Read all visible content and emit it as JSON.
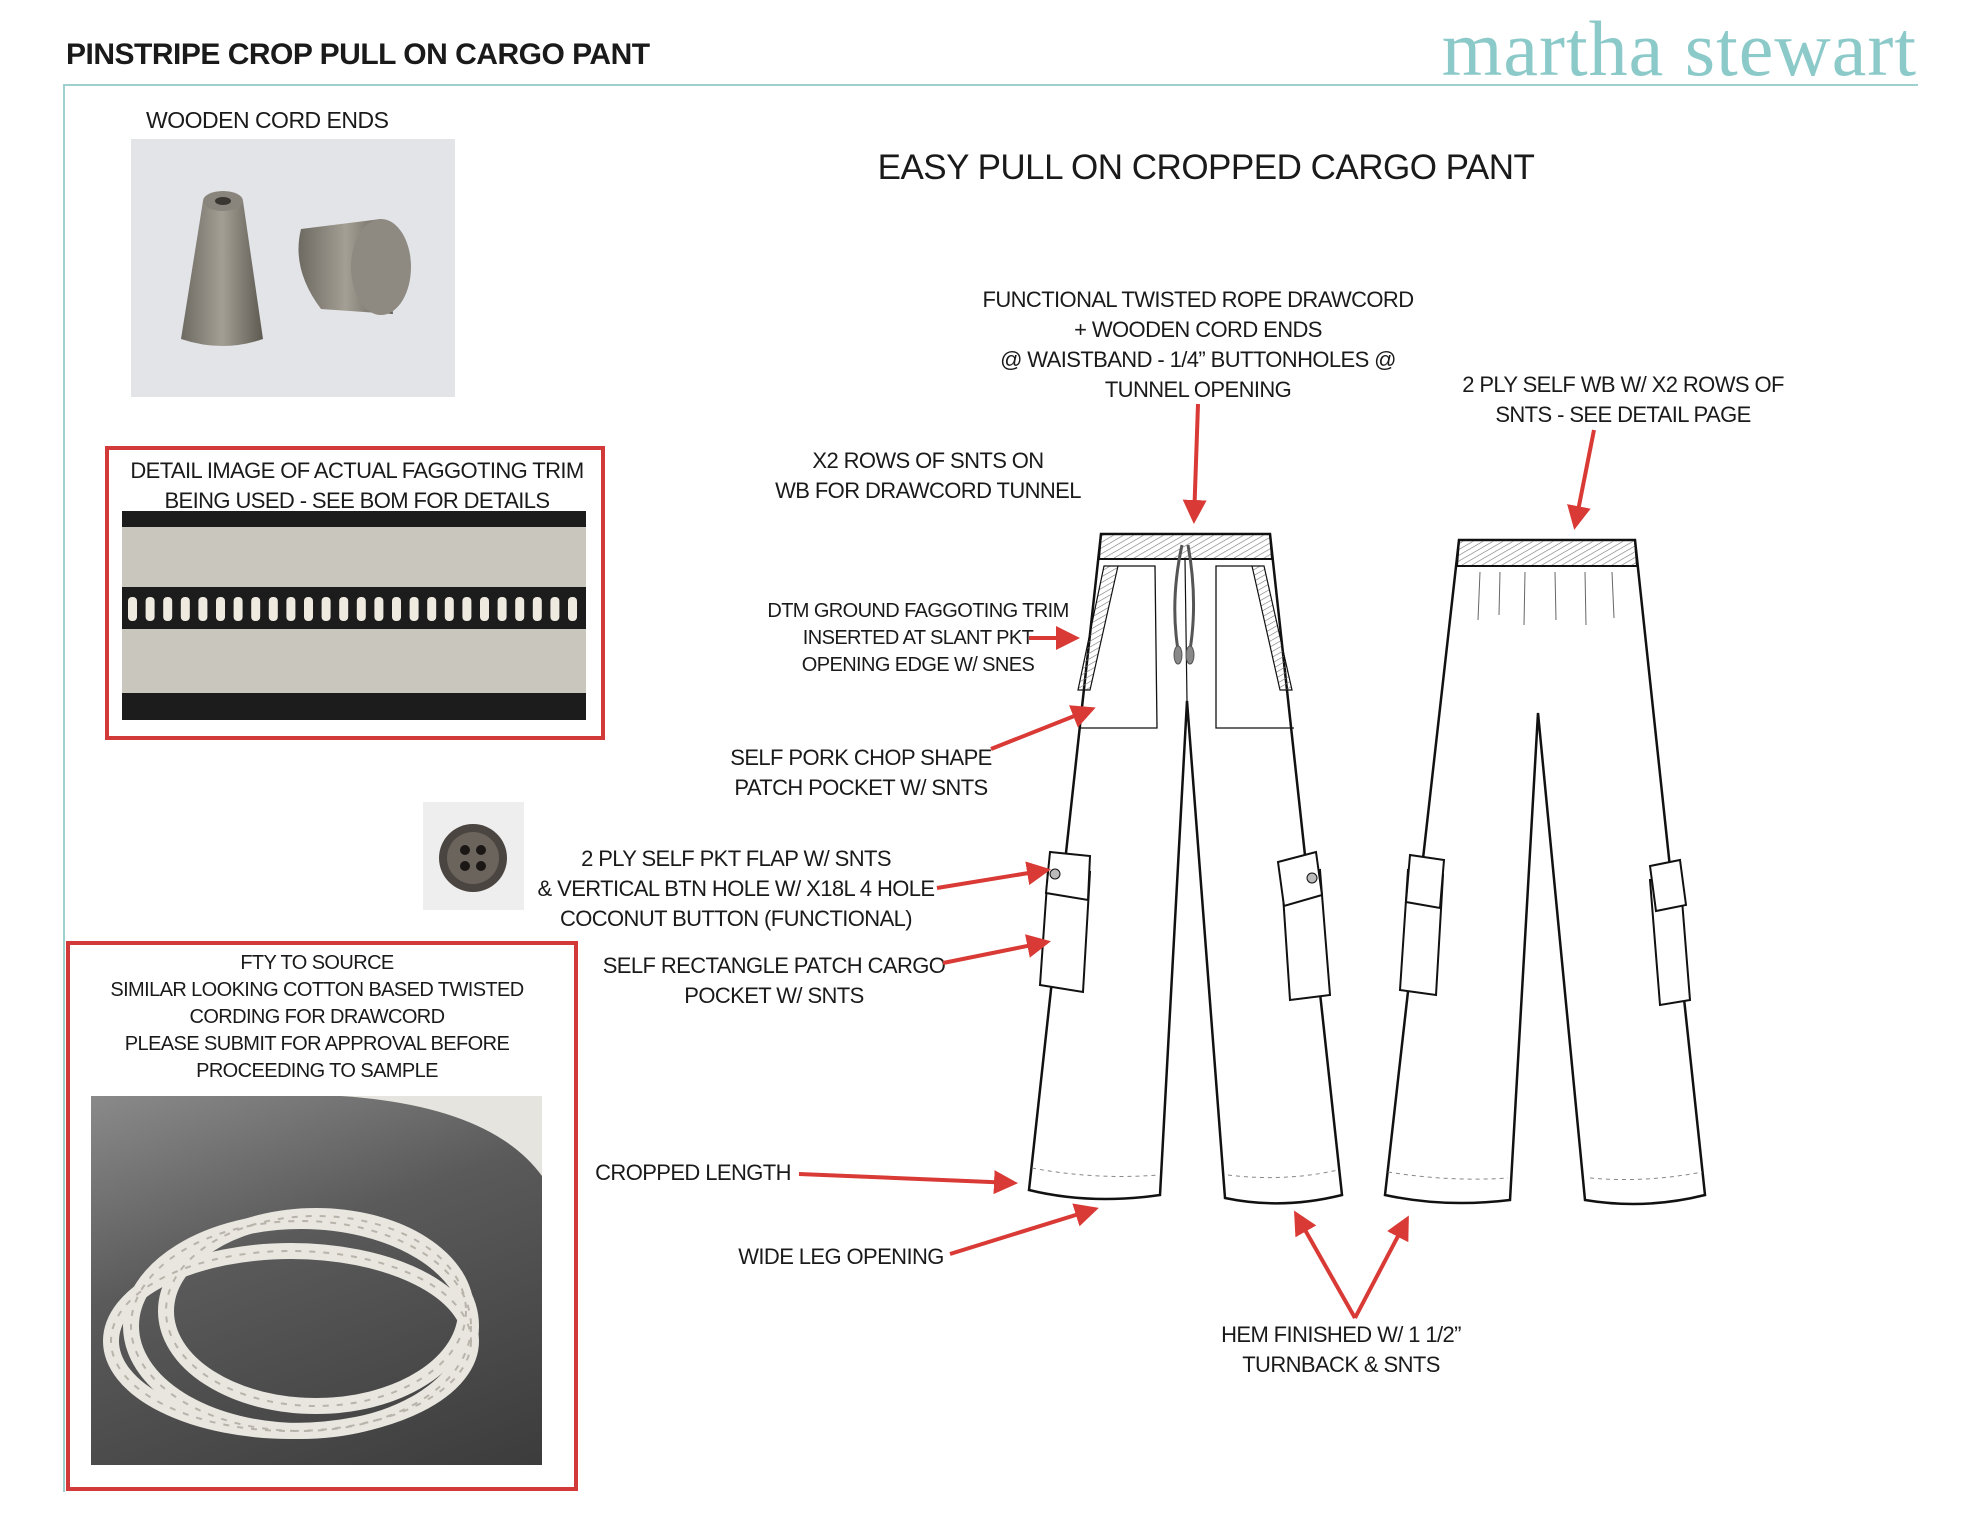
{
  "header": {
    "title": "PINSTRIPE CROP PULL ON CARGO PANT",
    "brand": "martha stewart",
    "brand_color": "#8ccaca"
  },
  "left_panel": {
    "cord_ends_label": "WOODEN CORD ENDS",
    "faggoting_box": {
      "lines": [
        "DETAIL IMAGE OF ACTUAL FAGGOTING TRIM",
        "BEING USED - SEE BOM FOR DETAILS"
      ]
    },
    "cording_box": {
      "lines": [
        "FTY TO SOURCE",
        "SIMILAR LOOKING COTTON BASED TWISTED",
        "CORDING FOR DRAWCORD",
        "PLEASE SUBMIT FOR APPROVAL BEFORE",
        "PROCEEDING TO SAMPLE"
      ]
    },
    "box_border_color": "#d23a3a"
  },
  "main": {
    "title": "EASY PULL ON CROPPED CARGO PANT",
    "callouts": {
      "drawcord": [
        "FUNCTIONAL TWISTED ROPE DRAWCORD",
        "+ WOODEN CORD ENDS",
        "@ WAISTBAND - 1/4” BUTTONHOLES @",
        "TUNNEL OPENING"
      ],
      "back_waistband": [
        "2 PLY SELF WB W/ X2 ROWS OF",
        "SNTS - SEE DETAIL PAGE"
      ],
      "wb_rows": [
        "X2 ROWS OF SNTS ON",
        "WB FOR DRAWCORD TUNNEL"
      ],
      "faggoting": [
        "DTM GROUND FAGGOTING TRIM",
        "INSERTED AT SLANT PKT",
        "OPENING EDGE W/ SNES"
      ],
      "pork_chop": [
        "SELF PORK CHOP SHAPE",
        "PATCH POCKET W/ SNTS"
      ],
      "flap": [
        "2 PLY SELF PKT FLAP W/ SNTS",
        "& VERTICAL BTN HOLE W/ X18L 4 HOLE",
        "COCONUT BUTTON (FUNCTIONAL)"
      ],
      "cargo_pocket": [
        "SELF RECTANGLE PATCH CARGO",
        "POCKET W/ SNTS"
      ],
      "cropped": [
        "CROPPED LENGTH"
      ],
      "wide_leg": [
        "WIDE LEG OPENING"
      ],
      "hem": [
        "HEM FINISHED W/ 1 1/2”",
        "TURNBACK & SNTS"
      ]
    },
    "arrow_color": "#d93a35"
  }
}
